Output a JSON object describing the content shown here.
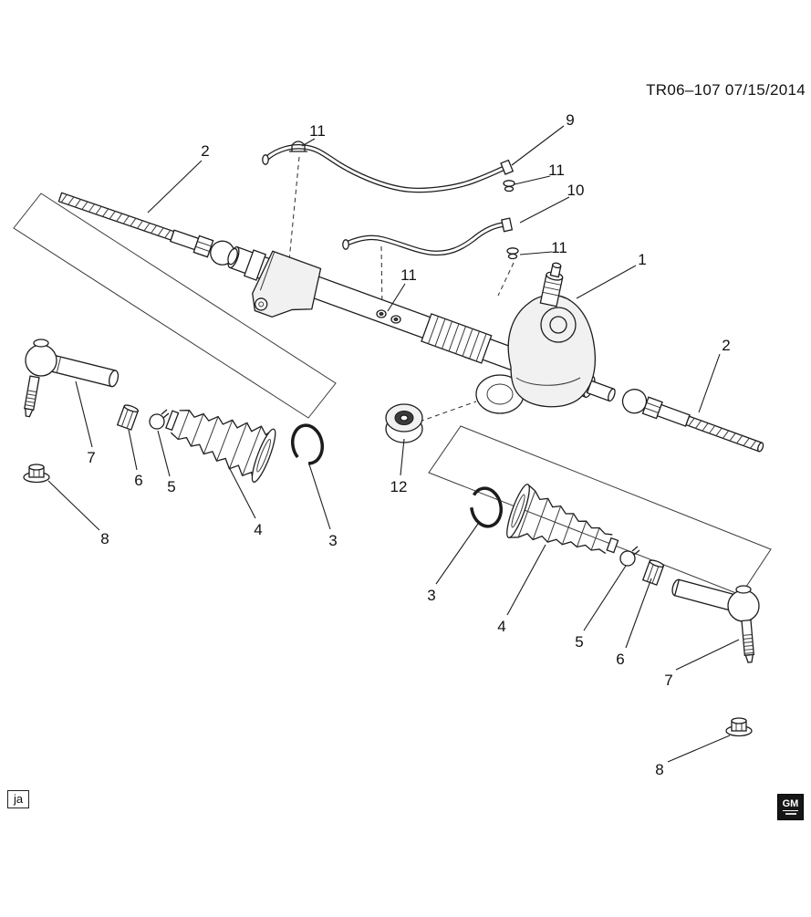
{
  "header": {
    "title": "TR06–107 07/15/2014"
  },
  "footer": {
    "language_code": "ja",
    "logo_text": "GM"
  },
  "callouts": [
    {
      "label": "2"
    },
    {
      "label": "11"
    },
    {
      "label": "9"
    },
    {
      "label": "11"
    },
    {
      "label": "10"
    },
    {
      "label": "11"
    },
    {
      "label": "11"
    },
    {
      "label": "1"
    },
    {
      "label": "2"
    },
    {
      "label": "7"
    },
    {
      "label": "6"
    },
    {
      "label": "5"
    },
    {
      "label": "4"
    },
    {
      "label": "3"
    },
    {
      "label": "8"
    },
    {
      "label": "12"
    },
    {
      "label": "3"
    },
    {
      "label": "4"
    },
    {
      "label": "5"
    },
    {
      "label": "6"
    },
    {
      "label": "7"
    },
    {
      "label": "8"
    }
  ]
}
